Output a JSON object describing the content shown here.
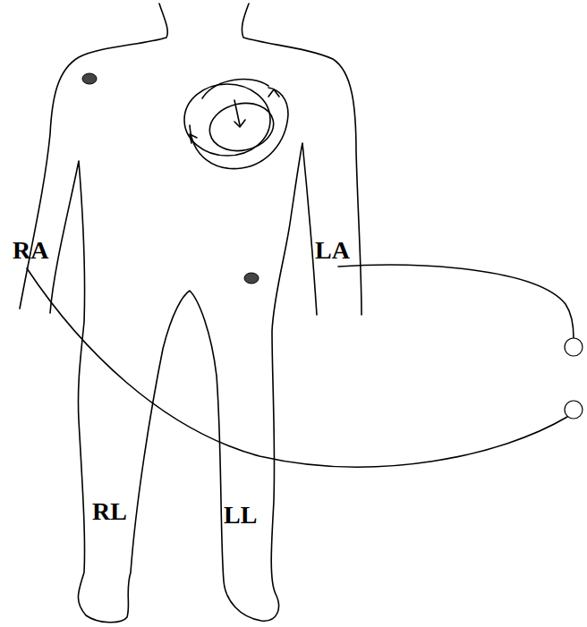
{
  "diagram": {
    "labels": [
      "RA",
      "LA",
      "RL",
      "LL"
    ]
  }
}
